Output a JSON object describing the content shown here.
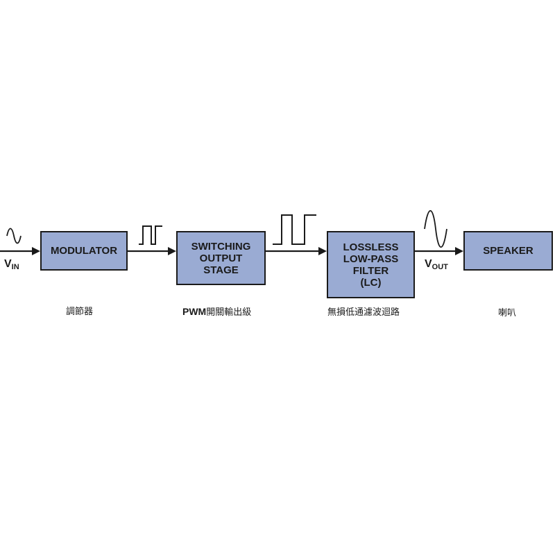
{
  "blocks": {
    "modulator": "MODULATOR",
    "switching": "SWITCHING\nOUTPUT\nSTAGE",
    "filter": "LOSSLESS\nLOW-PASS\nFILTER\n(LC)",
    "speaker": "SPEAKER"
  },
  "signals": {
    "vin_main": "V",
    "vin_sub": "IN",
    "vout_main": "V",
    "vout_sub": "OUT"
  },
  "captions": {
    "modulator": "調節器",
    "switching_prefix": "PWM",
    "switching": "開關輸出級",
    "filter": "無損低通濾波迴路",
    "speaker": "喇叭"
  },
  "colors": {
    "block_fill": "#9aabd3",
    "line": "#1a1a1a"
  }
}
